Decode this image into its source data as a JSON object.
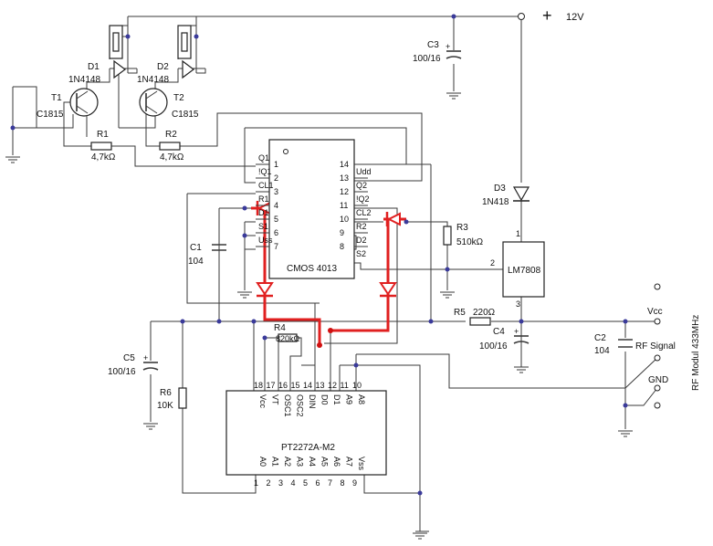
{
  "supply": {
    "plus": "+",
    "voltage": "12V"
  },
  "transistors": {
    "t1": {
      "ref": "T1",
      "part": "C1815"
    },
    "t2": {
      "ref": "T2",
      "part": "C1815"
    }
  },
  "relay_diodes": {
    "d1": {
      "ref": "D1",
      "part": "1N4148"
    },
    "d2": {
      "ref": "D2",
      "part": "1N4148"
    }
  },
  "resistors": {
    "r1": {
      "ref": "R1",
      "value": "4,7kΩ"
    },
    "r2": {
      "ref": "R2",
      "value": "4,7kΩ"
    },
    "r3": {
      "ref": "R3",
      "value": "510kΩ"
    },
    "r4": {
      "ref": "R4",
      "value": "820kΩ"
    },
    "r5": {
      "ref": "R5",
      "value": "220Ω"
    },
    "r6": {
      "ref": "R6",
      "value": "10K"
    }
  },
  "capacitors": {
    "c1": {
      "ref": "C1",
      "value": "104"
    },
    "c2": {
      "ref": "C2",
      "value": "104"
    },
    "c3": {
      "ref": "C3",
      "value": "100/16"
    },
    "c4": {
      "ref": "C4",
      "value": "100/16"
    },
    "c5": {
      "ref": "C5",
      "value": "100/16"
    }
  },
  "d3": {
    "ref": "D3",
    "part": "1N418"
  },
  "cmos": {
    "name": "CMOS 4013",
    "left_pins": [
      "Q1",
      "!Q1",
      "CL1",
      "R1",
      "D1",
      "S1",
      "Uss"
    ],
    "left_nums": [
      "1",
      "2",
      "3",
      "4",
      "5",
      "6",
      "7"
    ],
    "right_pins": [
      "Udd",
      "Q2",
      "!Q2",
      "CL2",
      "R2",
      "D2",
      "S2"
    ],
    "right_nums": [
      "14",
      "13",
      "12",
      "11",
      "10",
      "9",
      "8"
    ]
  },
  "regulator": {
    "name": "LM7808",
    "pin1": "1",
    "pin2": "2",
    "pin3": "3"
  },
  "decoder": {
    "name": "PT2272A-M2",
    "top_pins": [
      "Vcc",
      "VT",
      "OSC1",
      "OSC2",
      "DIN",
      "D0",
      "D1",
      "A9",
      "A8"
    ],
    "top_nums": [
      "18",
      "17",
      "16",
      "15",
      "14",
      "13",
      "12",
      "11",
      "10"
    ],
    "bottom_pins": [
      "A0",
      "A1",
      "A2",
      "A3",
      "A4",
      "A5",
      "A6",
      "A7",
      "Vss"
    ],
    "bottom_nums": [
      "1",
      "2",
      "3",
      "4",
      "5",
      "6",
      "7",
      "8",
      "9"
    ]
  },
  "rf": {
    "vcc": "Vcc",
    "signal": "RF Signal",
    "gnd": "GND",
    "module": "RF Modul 433MHz"
  }
}
